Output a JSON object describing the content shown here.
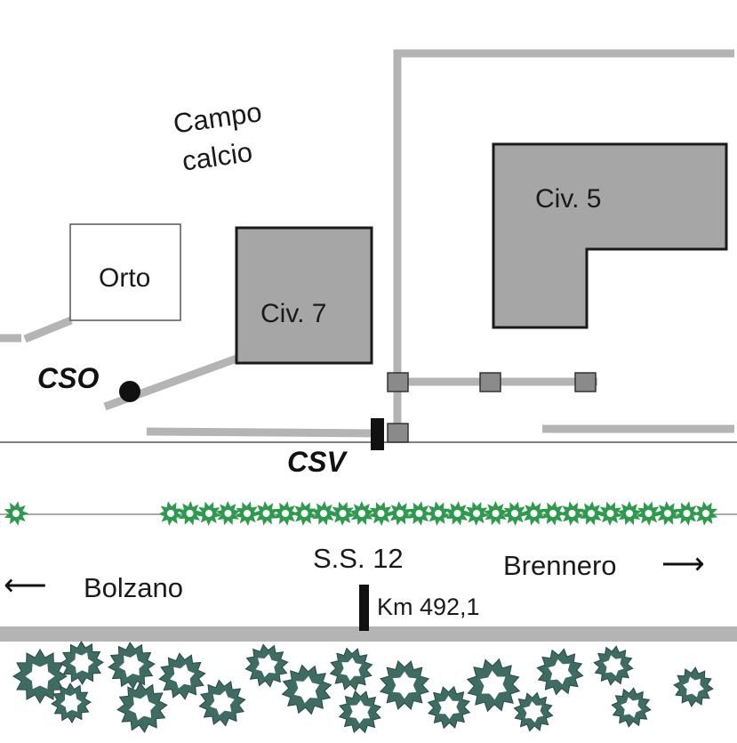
{
  "labels": {
    "campo_line1": "Campo",
    "campo_line2": "calcio",
    "orto": "Orto",
    "civ7": "Civ. 7",
    "civ5": "Civ. 5",
    "cso": "CSO",
    "csv": "CSV",
    "road": "S.S. 12",
    "bolzano": "Bolzano",
    "brennero": "Brennero",
    "km": "Km 492,1"
  },
  "colors": {
    "building_fill": "#a6a6a6",
    "building_stroke": "#1a1a1a",
    "pipe": "#b4b4b4",
    "manhole": "#8a8a8a",
    "hedge": "#2e9a4e",
    "trees": "#3e6b62",
    "road": "#b4b4b4"
  },
  "icons": {
    "arrow_left": "left-arrow-icon",
    "arrow_right": "right-arrow-icon"
  }
}
